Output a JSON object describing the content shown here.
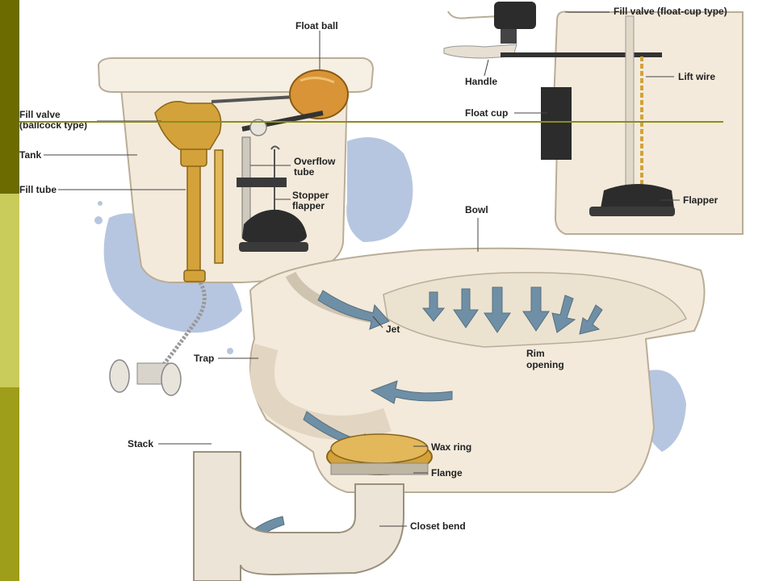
{
  "colors": {
    "sidebar_top": "#6b6b00",
    "sidebar_mid": "#c9cc5a",
    "sidebar_bottom": "#9e9e1a",
    "rule_line": "#8c8c1e",
    "porcelain": "#f3eadb",
    "porcelain_edge": "#b9ad98",
    "water": "#9fb3d6",
    "brass": "#d4a23a",
    "rubber": "#2c2c2c",
    "flow_arrow": "#6f8fa6"
  },
  "labels": {
    "float_ball": "Float ball",
    "fill_valve_float_cup": "Fill valve (float-cup type)",
    "lift_wire": "Lift wire",
    "handle": "Handle",
    "float_cup": "Float cup",
    "flapper": "Flapper",
    "fill_valve_ballcock_1": "Fill valve",
    "fill_valve_ballcock_2": "(ballcock type)",
    "tank": "Tank",
    "overflow_tube_1": "Overflow",
    "overflow_tube_2": "tube",
    "stopper_flapper_1": "Stopper",
    "stopper_flapper_2": "flapper",
    "fill_tube": "Fill tube",
    "bowl": "Bowl",
    "jet": "Jet",
    "rim_opening_1": "Rim",
    "rim_opening_2": "opening",
    "trap": "Trap",
    "stack": "Stack",
    "wax_ring": "Wax ring",
    "flange": "Flange",
    "closet_bend": "Closet bend"
  }
}
